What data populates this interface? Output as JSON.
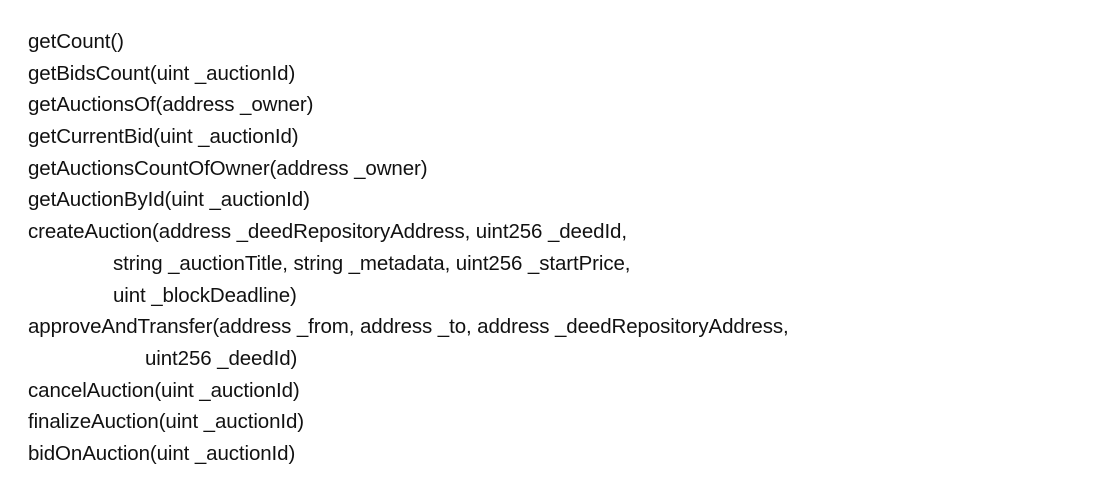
{
  "page": {
    "background_color": "#ffffff",
    "text_color": "#111111"
  },
  "function_list": {
    "lines": [
      {
        "text": "getCount()",
        "indent": 0
      },
      {
        "text": "getBidsCount(uint _auctionId)",
        "indent": 0
      },
      {
        "text": "getAuctionsOf(address _owner)",
        "indent": 0
      },
      {
        "text": "getCurrentBid(uint _auctionId)",
        "indent": 0
      },
      {
        "text": "getAuctionsCountOfOwner(address _owner)",
        "indent": 0
      },
      {
        "text": "getAuctionById(uint _auctionId)",
        "indent": 0
      },
      {
        "text": "createAuction(address _deedRepositoryAddress, uint256 _deedId,",
        "indent": 0
      },
      {
        "text": "string _auctionTitle, string _metadata, uint256 _startPrice,",
        "indent": 1
      },
      {
        "text": "uint _blockDeadline)",
        "indent": 1
      },
      {
        "text": "approveAndTransfer(address _from, address _to, address _deedRepositoryAddress,",
        "indent": 0
      },
      {
        "text": "uint256 _deedId)",
        "indent": 2
      },
      {
        "text": "cancelAuction(uint _auctionId)",
        "indent": 0
      },
      {
        "text": "finalizeAuction(uint _auctionId)",
        "indent": 0
      },
      {
        "text": "bidOnAuction(uint _auctionId)",
        "indent": 0
      }
    ]
  }
}
